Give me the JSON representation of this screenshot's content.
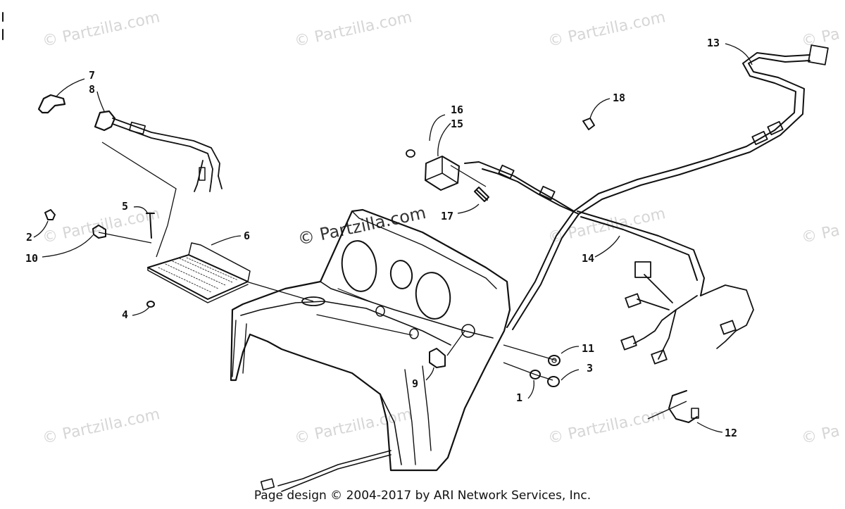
{
  "watermark": "© Partzilla.com",
  "watermark_short": "© Pa",
  "footer": "Page design © 2004-2017 by ARI Network Services, Inc.",
  "callouts": {
    "c1": "1",
    "c2": "2",
    "c3": "3",
    "c4": "4",
    "c5": "5",
    "c6": "6",
    "c7": "7",
    "c8": "8",
    "c9": "9",
    "c10": "10",
    "c11": "11",
    "c12": "12",
    "c13": "13",
    "c14": "14",
    "c15": "15",
    "c16": "16",
    "c17": "17",
    "c18": "18"
  }
}
